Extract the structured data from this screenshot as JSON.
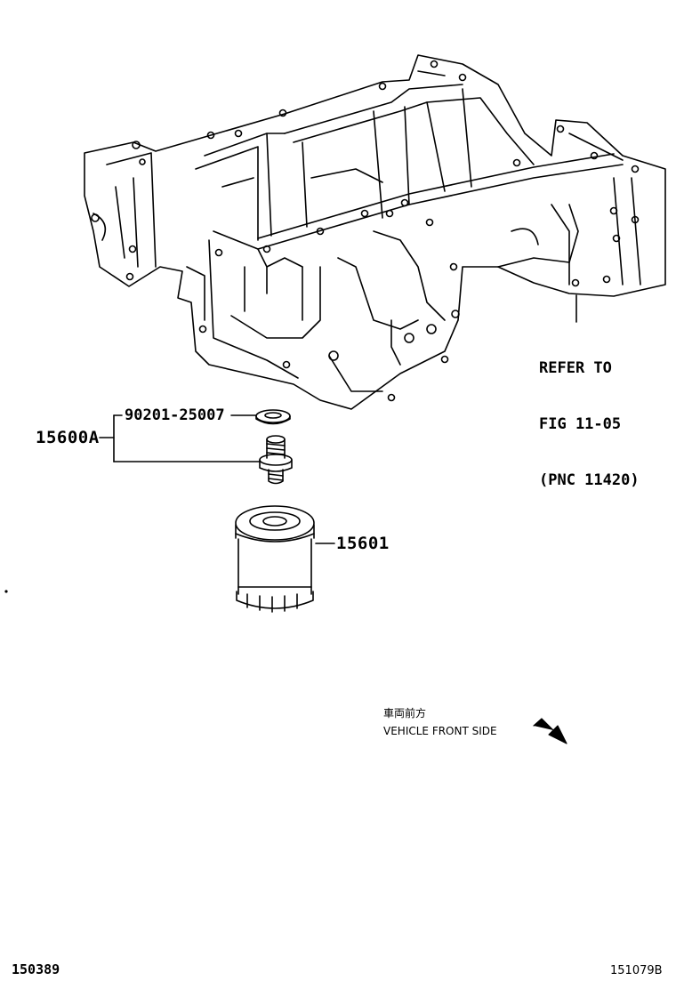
{
  "parts": {
    "gasket_pn": "90201-25007",
    "assembly_pn": "15600A",
    "filter_pn": "15601"
  },
  "reference": {
    "line1": "REFER TO",
    "line2": "FIG 11-05",
    "line3": "(PNC 11420)"
  },
  "orientation": {
    "japanese": "車両前方",
    "english": "VEHICLE FRONT SIDE"
  },
  "footer": {
    "left_code": "150389",
    "right_code": "151079B"
  }
}
